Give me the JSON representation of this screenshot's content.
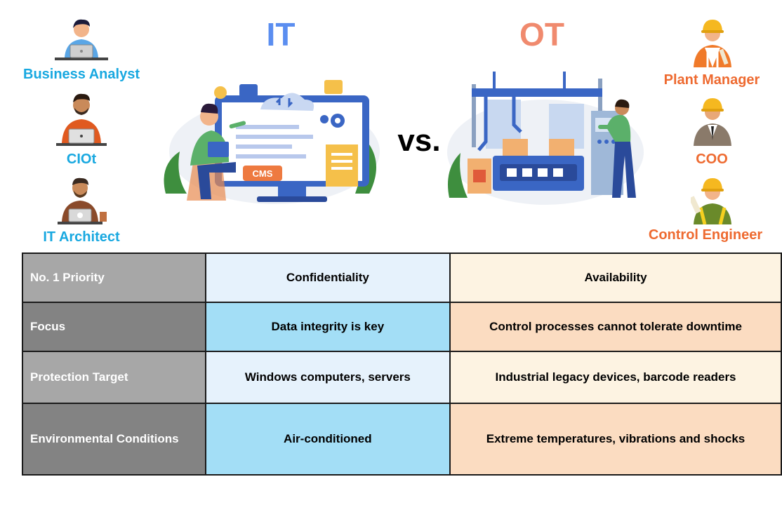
{
  "header": {
    "it_title": "IT",
    "ot_title": "OT",
    "vs_label": "vs."
  },
  "it_roles": [
    {
      "label": "Business Analyst",
      "icon": "person-laptop-icon"
    },
    {
      "label": "CIOt",
      "icon": "person-laptop-icon"
    },
    {
      "label": "IT Architect",
      "icon": "person-laptop-icon"
    }
  ],
  "ot_roles": [
    {
      "label": "Plant Manager",
      "icon": "hardhat-worker-icon"
    },
    {
      "label": "COO",
      "icon": "hardhat-executive-icon"
    },
    {
      "label": "Control Engineer",
      "icon": "hardhat-engineer-icon"
    }
  ],
  "illustrations": {
    "it": "it-workstation-illustration",
    "ot": "ot-factory-illustration"
  },
  "table": {
    "rows": [
      {
        "header": "No. 1 Priority",
        "it": "Confidentiality",
        "ot": "Availability"
      },
      {
        "header": "Focus",
        "it": "Data integrity is key",
        "ot": "Control processes cannot tolerate downtime"
      },
      {
        "header": "Protection Target",
        "it": "Windows computers, servers",
        "ot": "Industrial legacy devices, barcode readers"
      },
      {
        "header": "Environmental Conditions",
        "it": "Air-conditioned",
        "ot": "Extreme temperatures, vibrations and shocks"
      }
    ]
  },
  "colors": {
    "it_role": "#18a8e0",
    "ot_role": "#ee6a30",
    "it_title": "#5b8ef0",
    "ot_title": "#f08a6e"
  }
}
